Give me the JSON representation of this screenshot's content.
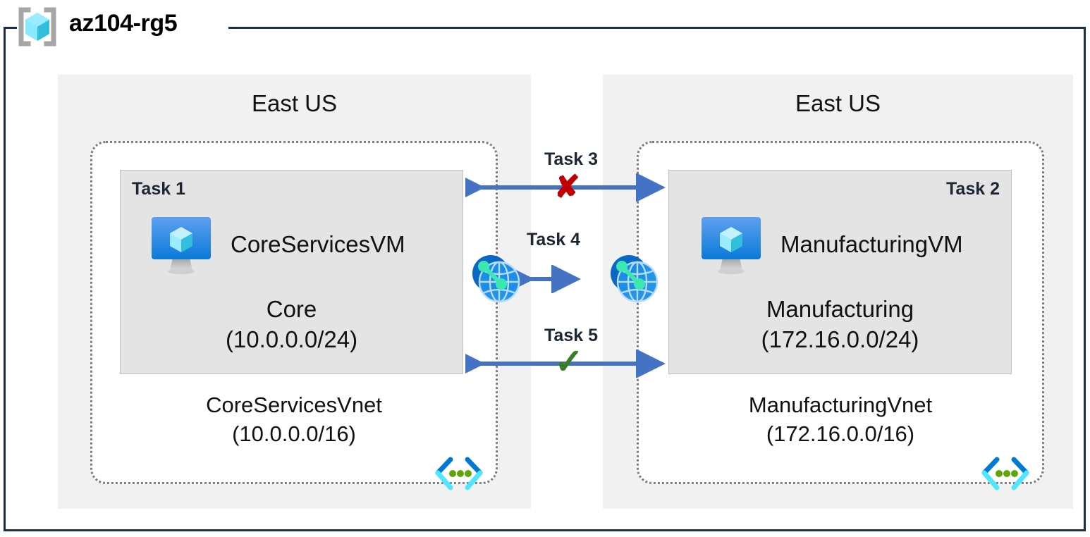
{
  "resource_group": {
    "name": "az104-rg5",
    "icon": "resource-group-cube-icon",
    "frame_color": "#1b3048"
  },
  "regions": [
    {
      "id": "left",
      "name": "East US",
      "vnet": {
        "name": "CoreServicesVnet",
        "address_space": "(10.0.0.0/16)",
        "icon": "vnet-icon"
      },
      "subnet": {
        "task": "Task 1",
        "task_align": "left",
        "name": "Core",
        "address_space": "(10.0.0.0/24)",
        "vm": {
          "name": "CoreServicesVM",
          "icon": "virtual-machine-icon"
        }
      }
    },
    {
      "id": "right",
      "name": "East US",
      "vnet": {
        "name": "ManufacturingVnet",
        "address_space": "(172.16.0.0/16)",
        "icon": "vnet-icon"
      },
      "subnet": {
        "task": "Task 2",
        "task_align": "right",
        "name": "Manufacturing",
        "address_space": "(172.16.0.0/24)",
        "vm": {
          "name": "ManufacturingVM",
          "icon": "virtual-machine-icon"
        }
      }
    }
  ],
  "connections": [
    {
      "id": "task3",
      "label": "Task 3",
      "status_glyph": "✘",
      "status": "blocked",
      "status_color": "#c00000",
      "arrow": "bidirectional"
    },
    {
      "id": "task4",
      "label": "Task 4",
      "status_glyph": "",
      "status": "peering",
      "arrow": "bidirectional"
    },
    {
      "id": "task5",
      "label": "Task 5",
      "status_glyph": "✓",
      "status": "allowed",
      "status_color": "#3b7d24",
      "arrow": "bidirectional"
    }
  ],
  "peering_icons": [
    {
      "id": "peer-left",
      "name": "vnet-peering-icon"
    },
    {
      "id": "peer-right",
      "name": "vnet-peering-icon"
    }
  ],
  "colors": {
    "arrow": "#4472c4",
    "region_panel": "#f1f1f1",
    "subnet_fill": "#e4e4e4",
    "vnet_border": "#7d7d7d",
    "frame": "#1b3048"
  }
}
